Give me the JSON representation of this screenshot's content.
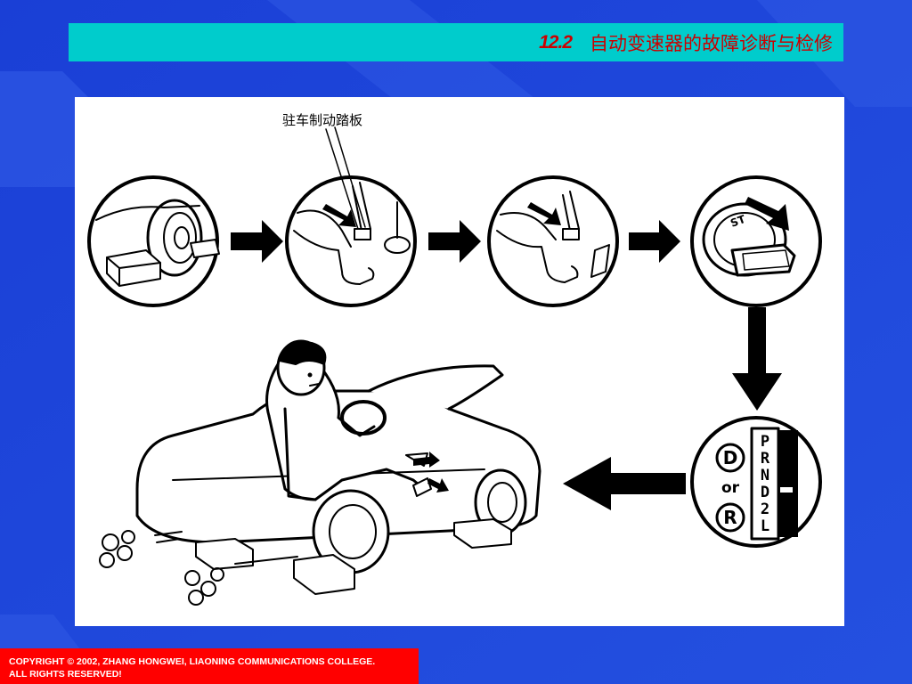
{
  "slide": {
    "section_number": "12.2",
    "title": "自动变速器的故障诊断与检修"
  },
  "figure": {
    "callout_label": "驻车制动踏板",
    "ignition_mark": "ST",
    "selector_options": [
      "D",
      "or",
      "R"
    ],
    "gear_positions": [
      "P",
      "R",
      "N",
      "D",
      "2",
      "L"
    ]
  },
  "footer": {
    "line1": "COPYRIGHT © 2002, ZHANG HONGWEI, LIAONING COMMUNICATIONS COLLEGE.",
    "line2": "ALL RIGHTS RESERVED!"
  },
  "colors": {
    "background": "#1f45d8",
    "title_bar": "#00cccc",
    "title_text": "#cc0000",
    "footer": "#ff0000"
  }
}
